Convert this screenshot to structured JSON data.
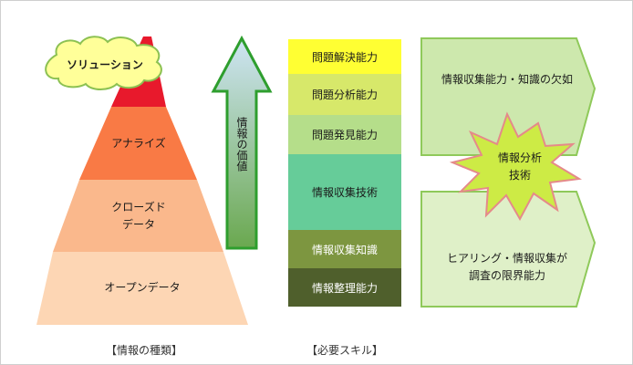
{
  "pyramid": {
    "levels": [
      {
        "label": "ソリューション",
        "color": "#e8192c"
      },
      {
        "label": "アナライズ",
        "color": "#f97a45"
      },
      {
        "label": "クローズド\nデータ",
        "color": "#fab88c"
      },
      {
        "label": "オープンデータ",
        "color": "#fdd6b4"
      }
    ],
    "cloud_color": "#ffff99"
  },
  "arrow": {
    "label": "情報の価値",
    "color_top": "#cfe5f5",
    "color_bottom": "#6aa84f"
  },
  "skills": [
    {
      "label": "問題解決能力",
      "color": "#ffff33"
    },
    {
      "label": "問題分析能力",
      "color": "#d7e86a"
    },
    {
      "label": "問題発見能力",
      "color": "#b5de8a"
    },
    {
      "label": "情報収集技術",
      "color": "#66cc99"
    },
    {
      "label": "情報収集知識",
      "color": "#7d9640"
    },
    {
      "label": "情報整理能力",
      "color": "#4f5f2c"
    }
  ],
  "right": {
    "top_text": "情報収集能力・知識の欠如",
    "bottom_text": "ヒアリング・情報収集が\n調査の限界能力",
    "burst_text": "情報分析\n技術",
    "pentagon_fill_top": "#cde8ad",
    "pentagon_fill_bottom": "#dff0c8",
    "pentagon_stroke": "#8fc95a"
  },
  "captions": {
    "left": "【情報の種類】",
    "right": "【必要スキル】"
  }
}
